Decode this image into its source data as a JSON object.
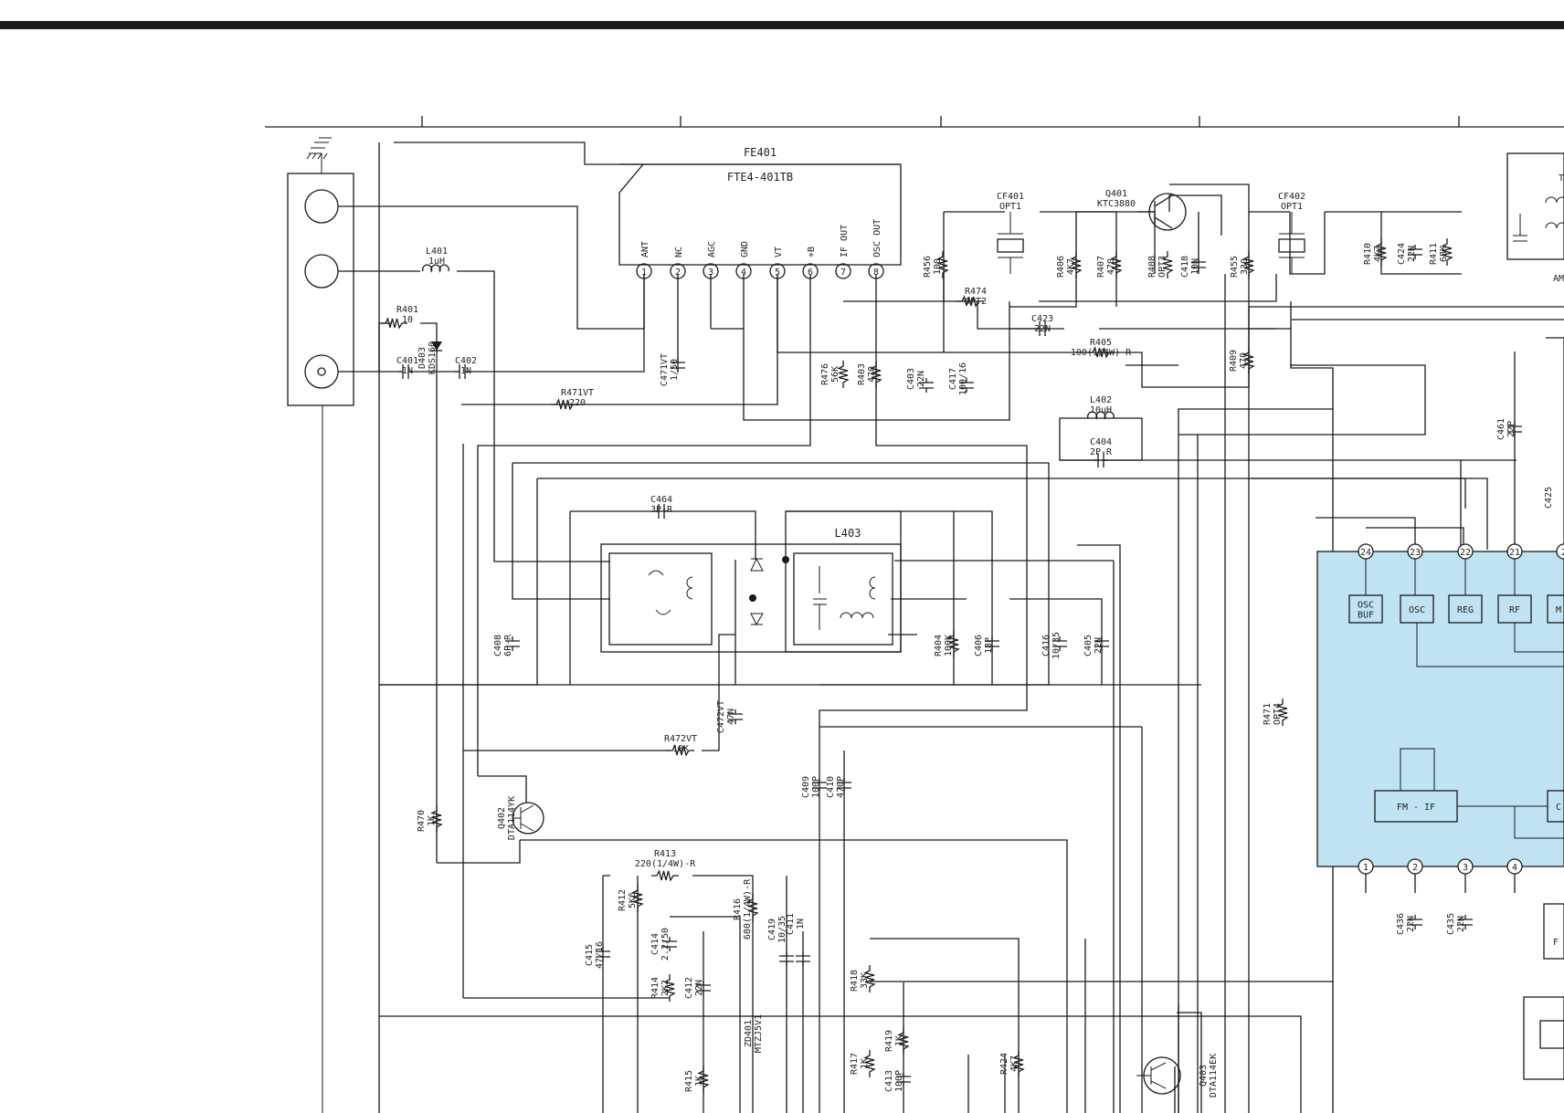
{
  "colors": {
    "ic_fill": "#bfe3f2",
    "ink": "#1a1a1a",
    "header_bar": "#1c1c1c"
  },
  "module": {
    "ref": "FE401",
    "part": "FTE4-401TB",
    "pin_names": [
      "ANT",
      "NC",
      "AGC",
      "GND",
      "VT",
      "+B",
      "IF OUT",
      "OSC OUT"
    ],
    "pin_numbers": [
      "1",
      "2",
      "3",
      "4",
      "5",
      "6",
      "7",
      "8"
    ]
  },
  "coil": {
    "ref": "L403"
  },
  "ic": {
    "top_pins": [
      "24",
      "23",
      "22",
      "21",
      "2"
    ],
    "bottom_pins": [
      "1",
      "2",
      "3",
      "4"
    ],
    "blocks": [
      "OSC\nBUF",
      "OSC",
      "REG",
      "RF",
      "M",
      "FM - IF",
      "C"
    ]
  },
  "parts": [
    {
      "id": "L401",
      "ref": "L401",
      "value": "1uH"
    },
    {
      "id": "R401",
      "ref": "R401",
      "value": "10"
    },
    {
      "id": "D403",
      "ref": "D403",
      "value": "KDS160"
    },
    {
      "id": "C401",
      "ref": "C401",
      "value": "1N"
    },
    {
      "id": "C402",
      "ref": "C402",
      "value": "1N"
    },
    {
      "id": "R471",
      "ref": "R471VT",
      "value": "220"
    },
    {
      "id": "C471",
      "ref": "C471VT",
      "value": "1/50"
    },
    {
      "id": "R476",
      "ref": "R476",
      "value": "56K"
    },
    {
      "id": "R403",
      "ref": "R403",
      "value": "470"
    },
    {
      "id": "C403",
      "ref": "C403",
      "value": "22N"
    },
    {
      "id": "C417",
      "ref": "C417",
      "value": "100/16"
    },
    {
      "id": "CF401",
      "ref": "CF401",
      "value": "OPT1"
    },
    {
      "id": "R456",
      "ref": "R456",
      "value": "100"
    },
    {
      "id": "R474",
      "ref": "R474",
      "value": "OPT2"
    },
    {
      "id": "Q401",
      "ref": "Q401",
      "value": "KTC3880"
    },
    {
      "id": "R406",
      "ref": "R406",
      "value": "4K7"
    },
    {
      "id": "R407",
      "ref": "R407",
      "value": "470"
    },
    {
      "id": "R408",
      "ref": "R408",
      "value": "OPT3"
    },
    {
      "id": "C418",
      "ref": "C418",
      "value": "10N"
    },
    {
      "id": "R455",
      "ref": "R455",
      "value": "330"
    },
    {
      "id": "CF402",
      "ref": "CF402",
      "value": "OPT1"
    },
    {
      "id": "C423",
      "ref": "C423",
      "value": "22N"
    },
    {
      "id": "R405",
      "ref": "R405",
      "value": "100(1/4W)-R"
    },
    {
      "id": "R409",
      "ref": "R409",
      "value": "470"
    },
    {
      "id": "L402",
      "ref": "L402",
      "value": "10uH"
    },
    {
      "id": "C404",
      "ref": "C404",
      "value": "2P-R"
    },
    {
      "id": "R410",
      "ref": "R410",
      "value": "4K7"
    },
    {
      "id": "C424",
      "ref": "C424",
      "value": "22N"
    },
    {
      "id": "R411",
      "ref": "R411",
      "value": "68K"
    },
    {
      "id": "C461",
      "ref": "C461",
      "value": "22P"
    },
    {
      "id": "C425",
      "ref": "C425",
      "value": ""
    },
    {
      "id": "C464",
      "ref": "C464",
      "value": "3P-R"
    },
    {
      "id": "C408",
      "ref": "C408",
      "value": "6P-R"
    },
    {
      "id": "R404",
      "ref": "R404",
      "value": "100K"
    },
    {
      "id": "C406",
      "ref": "C406",
      "value": "18P"
    },
    {
      "id": "C416",
      "ref": "C416",
      "value": "10/35"
    },
    {
      "id": "C405",
      "ref": "C405",
      "value": "22N"
    },
    {
      "id": "C472",
      "ref": "C472VT",
      "value": "47N"
    },
    {
      "id": "R472",
      "ref": "R472VT",
      "value": "10K"
    },
    {
      "id": "R471b",
      "ref": "R471",
      "value": "OPT4"
    },
    {
      "id": "C409",
      "ref": "C409",
      "value": "100P"
    },
    {
      "id": "C410",
      "ref": "C410",
      "value": "470P"
    },
    {
      "id": "R470",
      "ref": "R470",
      "value": "1K"
    },
    {
      "id": "Q402",
      "ref": "Q402",
      "value": "DTA114YK"
    },
    {
      "id": "R413",
      "ref": "R413",
      "value": "220(1/4W)-R"
    },
    {
      "id": "R412",
      "ref": "R412",
      "value": "5K6"
    },
    {
      "id": "R416",
      "ref": "R416",
      "value": "680(1/4W)-R"
    },
    {
      "id": "C415",
      "ref": "C415",
      "value": "47/16"
    },
    {
      "id": "C414",
      "ref": "C414",
      "value": "2.2/50"
    },
    {
      "id": "C419",
      "ref": "C419",
      "value": "10/35"
    },
    {
      "id": "C411",
      "ref": "C411",
      "value": "1N"
    },
    {
      "id": "R414",
      "ref": "R414",
      "value": "2K2"
    },
    {
      "id": "C412",
      "ref": "C412",
      "value": "22N"
    },
    {
      "id": "ZD401",
      "ref": "ZD401",
      "value": "MTZJ5V1"
    },
    {
      "id": "R418",
      "ref": "R418",
      "value": "33K"
    },
    {
      "id": "R415",
      "ref": "R415",
      "value": "1K"
    },
    {
      "id": "R417",
      "ref": "R417",
      "value": "1K"
    },
    {
      "id": "R419",
      "ref": "R419",
      "value": "1K"
    },
    {
      "id": "C413",
      "ref": "C413",
      "value": "100P"
    },
    {
      "id": "R424",
      "ref": "R424",
      "value": "4K7"
    },
    {
      "id": "Q403",
      "ref": "Q403",
      "value": "DTA114EK"
    },
    {
      "id": "C436",
      "ref": "C436",
      "value": "22N"
    },
    {
      "id": "C435",
      "ref": "C435",
      "value": "22N"
    }
  ],
  "edge_labels": {
    "am": "AM",
    "t": "T",
    "f": "F"
  }
}
